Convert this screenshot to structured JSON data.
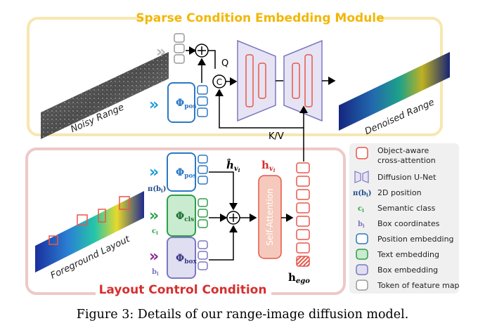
{
  "figure": {
    "top_module_title": "Sparse Condition Embedding Module",
    "bottom_module_title": "Layout Control Condition",
    "noisy_label": "Noisy Range",
    "denoised_label": "Denoised Range",
    "foreground_label": "Foreground Layout",
    "q_label": "Q",
    "kv_label": "K/V",
    "concat_symbol": "C",
    "self_attention_label": "Self-Attention",
    "phi_pos": "Φ",
    "phi_pos_sub": "pos",
    "phi_cls": "Φ",
    "phi_cls_sub": "cls",
    "phi_box": "Φ",
    "phi_box_sub": "box",
    "pi_b_label": "π(b",
    "pi_b_sub": "i",
    "ci_label": "c",
    "ci_sub": "i",
    "bi_label": "b",
    "bi_sub": "i",
    "hhat_label": "ĥ",
    "hhat_sub": "v",
    "hhat_subsub": "i",
    "h_label": "h",
    "h_sub": "v",
    "h_subsub": "i",
    "hego_label": "h",
    "hego_sub": "ego"
  },
  "legend": {
    "items": [
      {
        "icon": "red-rounded-box",
        "text": "Object-aware"
      },
      {
        "icon": "",
        "text": "cross-attention"
      },
      {
        "icon": "unet-shape",
        "text": "Diffusion U-Net"
      },
      {
        "icon": "pi-b",
        "text": "2D position"
      },
      {
        "icon": "c-i",
        "text": "Semantic class"
      },
      {
        "icon": "b-i",
        "text": "Box coordinates"
      },
      {
        "icon": "blue-box",
        "text": "Position embedding"
      },
      {
        "icon": "green-box",
        "text": "Text embedding"
      },
      {
        "icon": "purple-box",
        "text": "Box embedding"
      },
      {
        "icon": "gray-box",
        "text": "Token of feature map"
      }
    ]
  },
  "colors": {
    "top_frame": "#f7e7b0",
    "top_title": "#f2b705",
    "bottom_frame": "#eec8c8",
    "bottom_title": "#d62f2f",
    "blue": "#2c78c4",
    "green": "#2f9e4a",
    "purple": "#7b78c0",
    "red": "#e8574a",
    "gray": "#9a9a9a",
    "teal": "#1c9ad6",
    "magenta": "#8a2a8a"
  },
  "caption": "Figure 3: Details of our range-image diffusion model."
}
